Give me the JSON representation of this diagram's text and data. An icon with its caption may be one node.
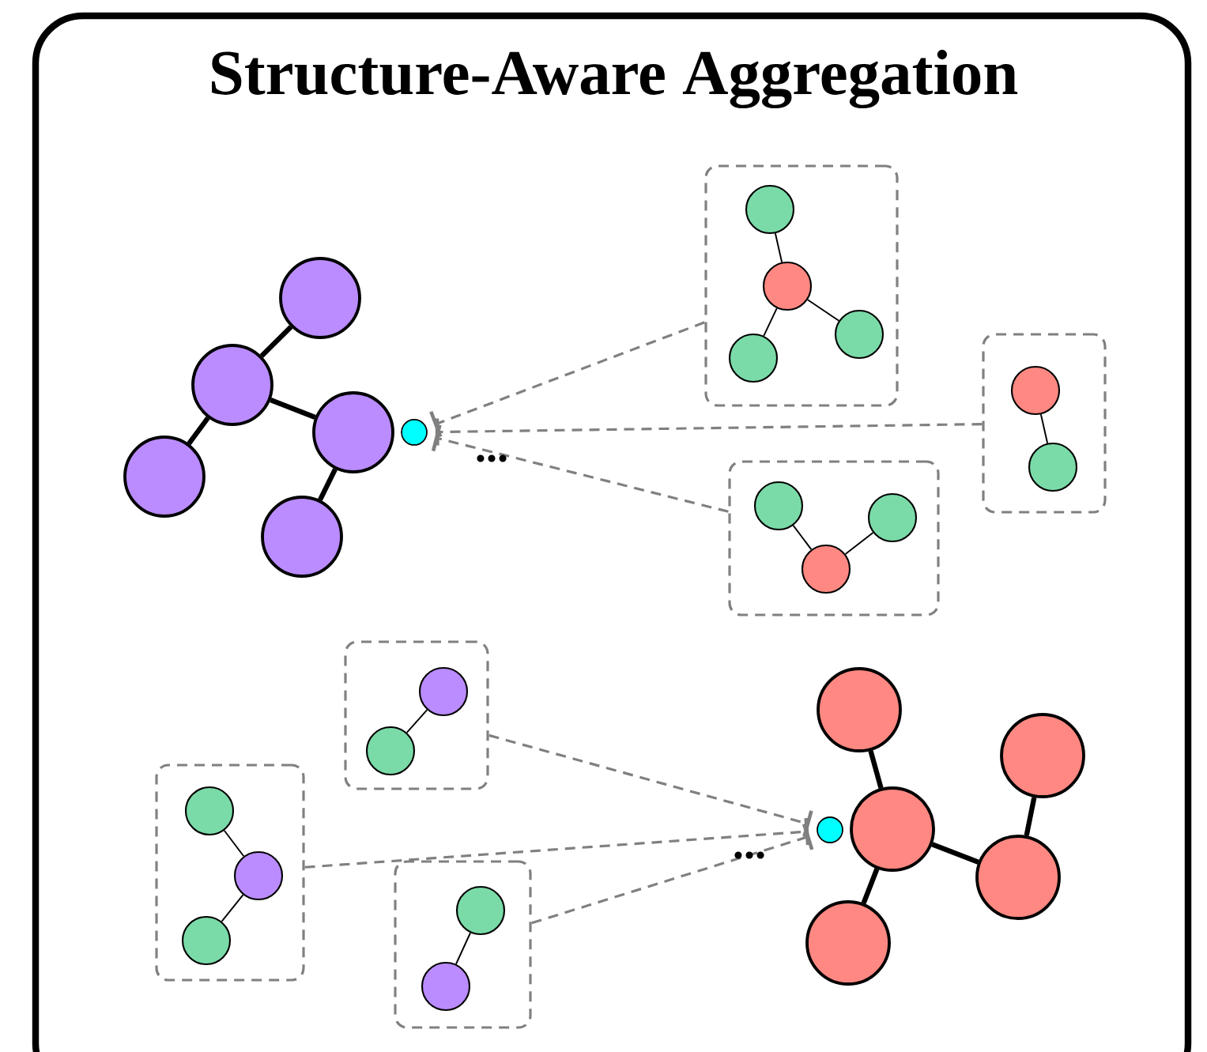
{
  "diagram": {
    "title": "Structure-Aware Aggregation",
    "nodes": [
      {
        "text": [],
        "shape": "circle"
      },
      {
        "text": [],
        "shape": "circle"
      },
      {
        "text": [],
        "shape": "circle"
      },
      {
        "text": [],
        "shape": "circle"
      },
      {
        "text": [],
        "shape": "circle"
      },
      {
        "text": [],
        "shape": "circle"
      },
      {
        "text": [],
        "shape": "box"
      },
      {
        "text": [],
        "shape": "circle",
        "in": 6
      },
      {
        "text": [],
        "shape": "circle",
        "in": 6
      },
      {
        "text": [],
        "shape": "circle",
        "in": 6
      },
      {
        "text": [],
        "shape": "circle",
        "in": 6
      },
      {
        "text": [],
        "shape": "box"
      },
      {
        "text": [],
        "shape": "circle",
        "in": 11
      },
      {
        "text": [],
        "shape": "circle",
        "in": 11
      },
      {
        "text": [],
        "shape": "box"
      },
      {
        "text": [],
        "shape": "circle",
        "in": 14
      },
      {
        "text": [],
        "shape": "circle",
        "in": 14
      },
      {
        "text": [],
        "shape": "circle",
        "in": 14
      },
      {
        "text": [],
        "shape": "box"
      },
      {
        "text": [],
        "shape": "circle",
        "in": 18
      },
      {
        "text": [],
        "shape": "circle",
        "in": 18
      },
      {
        "text": [],
        "shape": "box"
      },
      {
        "text": [],
        "shape": "circle",
        "in": 21
      },
      {
        "text": [],
        "shape": "circle",
        "in": 21
      },
      {
        "text": [],
        "shape": "circle",
        "in": 21
      },
      {
        "text": [],
        "shape": "box"
      },
      {
        "text": [],
        "shape": "circle",
        "in": 25
      },
      {
        "text": [],
        "shape": "circle",
        "in": 25
      },
      {
        "text": [],
        "shape": "circle"
      },
      {
        "text": [],
        "shape": "circle"
      },
      {
        "text": [],
        "shape": "circle"
      },
      {
        "text": [],
        "shape": "circle"
      },
      {
        "text": [],
        "shape": "circle"
      },
      {
        "text": [],
        "shape": "circle"
      }
    ],
    "edges": [
      {
        "from": 0,
        "to": 1,
        "arrow": "none",
        "style": "thick"
      },
      {
        "from": 1,
        "to": 2,
        "arrow": "none",
        "style": "thick"
      },
      {
        "from": 1,
        "to": 3,
        "arrow": "none",
        "style": "thick"
      },
      {
        "from": 2,
        "to": 4,
        "arrow": "none",
        "style": "thick"
      },
      {
        "from": 7,
        "to": 8,
        "arrow": "none"
      },
      {
        "from": 8,
        "to": 9,
        "arrow": "none"
      },
      {
        "from": 8,
        "to": 10,
        "arrow": "none"
      },
      {
        "from": 12,
        "to": 13,
        "arrow": "none"
      },
      {
        "from": 15,
        "to": 17,
        "arrow": "none"
      },
      {
        "from": 16,
        "to": 17,
        "arrow": "none"
      },
      {
        "from": 19,
        "to": 20,
        "arrow": "none"
      },
      {
        "from": 22,
        "to": 23,
        "arrow": "none"
      },
      {
        "from": 23,
        "to": 24,
        "arrow": "none"
      },
      {
        "from": 26,
        "to": 27,
        "arrow": "none"
      },
      {
        "from": 29,
        "to": 31,
        "arrow": "none",
        "style": "thick"
      },
      {
        "from": 31,
        "to": 32,
        "arrow": "none",
        "style": "thick"
      },
      {
        "from": 30,
        "to": 32,
        "arrow": "none",
        "style": "thick"
      },
      {
        "from": 31,
        "to": 33,
        "arrow": "none",
        "style": "thick"
      },
      {
        "from": 6,
        "to": 5,
        "arrow": "other",
        "style": "dashed",
        "color": "#808080"
      },
      {
        "from": 11,
        "to": 5,
        "arrow": "other",
        "style": "dashed",
        "color": "#808080"
      },
      {
        "from": 14,
        "to": 5,
        "arrow": "other",
        "style": "dashed",
        "color": "#808080"
      },
      {
        "from": 18,
        "to": 28,
        "arrow": "other",
        "style": "dashed",
        "color": "#808080"
      },
      {
        "from": 21,
        "to": 28,
        "arrow": "other",
        "style": "dashed",
        "color": "#808080"
      },
      {
        "from": 25,
        "to": 28,
        "arrow": "other",
        "style": "dashed",
        "color": "#808080"
      }
    ],
    "labels": [
      "...",
      "..."
    ]
  }
}
